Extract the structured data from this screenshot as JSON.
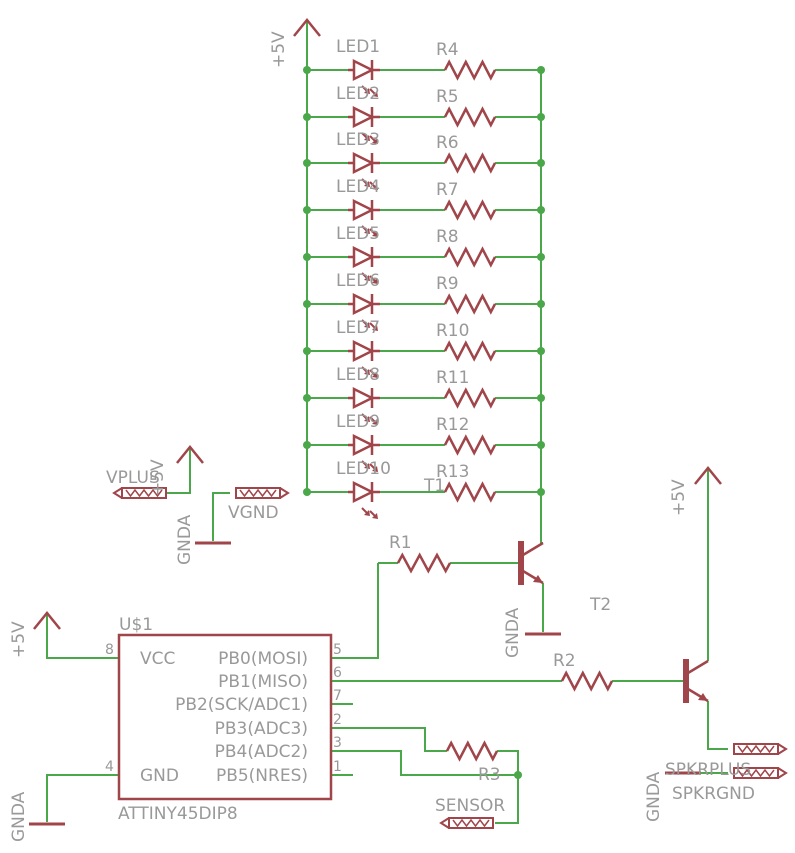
{
  "colors": {
    "wire": "#4aa84a",
    "part": "#a0454a",
    "label": "#999999",
    "background": "#ffffff"
  },
  "power": {
    "led_supply": "+5V",
    "ic_supply": "+5V",
    "speaker_supply": "+5V",
    "ic_ground": "GNDA",
    "transistor_ground": "GNDA",
    "vplus_ground": "GNDA",
    "speaker_ground": "GNDA",
    "vplus_supply": "+5V"
  },
  "leds": [
    "LED1",
    "LED2",
    "LED3",
    "LED4",
    "LED5",
    "LED6",
    "LED7",
    "LED8",
    "LED9",
    "LED10"
  ],
  "led_resistors": [
    "R4",
    "R5",
    "R6",
    "R7",
    "R8",
    "R9",
    "R10",
    "R11",
    "R12",
    "R13"
  ],
  "parts": {
    "r1": "R1",
    "r2": "R2",
    "r3": "R3",
    "t1": "T1",
    "t2": "T2"
  },
  "connectors": {
    "vplus": "VPLUS",
    "vgnd": "VGND",
    "sensor": "SENSOR",
    "spkrplus": "SPKRPLUS",
    "spkrgnd": "SPKRGND"
  },
  "ic": {
    "ref": "U$1",
    "value": "ATTINY45DIP8",
    "left_pins": [
      {
        "num": "8",
        "name": "VCC"
      },
      {
        "num": "4",
        "name": "GND"
      }
    ],
    "right_pins": [
      {
        "num": "5",
        "name": "PB0(MOSI)"
      },
      {
        "num": "6",
        "name": "PB1(MISO)"
      },
      {
        "num": "7",
        "name": "PB2(SCK/ADC1)"
      },
      {
        "num": "2",
        "name": "PB3(ADC3)"
      },
      {
        "num": "3",
        "name": "PB4(ADC2)"
      },
      {
        "num": "1",
        "name": "PB5(NRES)"
      }
    ]
  }
}
